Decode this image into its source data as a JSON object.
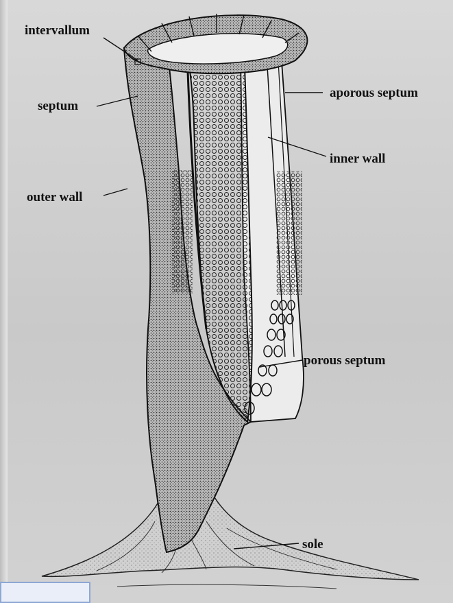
{
  "figure": {
    "labels": {
      "intervallum": "intervallum",
      "septum": "septum",
      "outer_wall": "outer wall",
      "aporous_septum": "aporous septum",
      "inner_wall": "inner wall",
      "porous_septum": "porous septum",
      "sole": "sole"
    }
  },
  "colors": {
    "ink": "#111111",
    "stipple": "#444444",
    "page": "#cfcfcf",
    "box_border": "#8ea7d4",
    "box_fill": "#e9eef8"
  }
}
